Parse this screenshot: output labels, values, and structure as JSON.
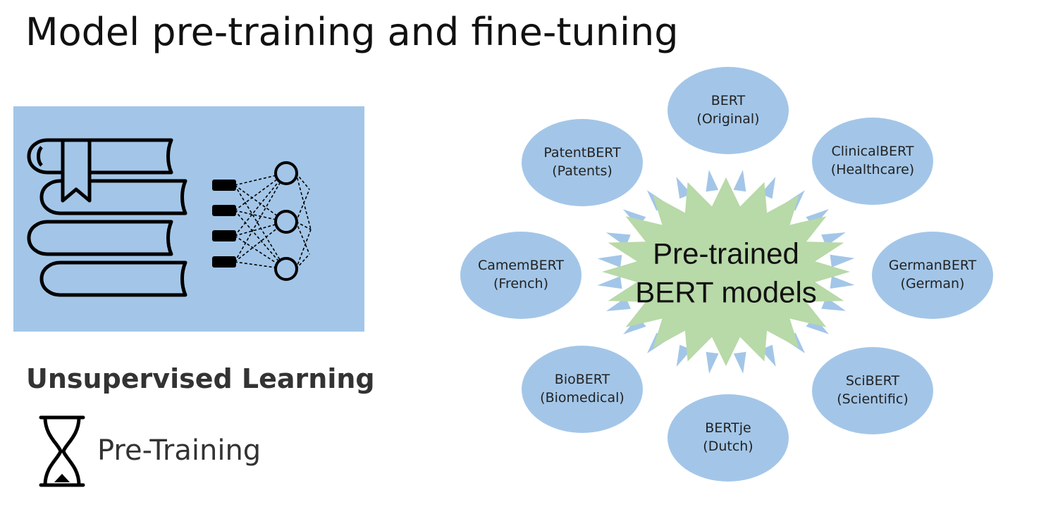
{
  "slide": {
    "title": "Model pre-training and fine-tuning"
  },
  "learning": {
    "heading": "Unsupervised Learning",
    "phase_label": "Pre-Training",
    "phase_icon": "hourglass-icon"
  },
  "illustration": {
    "panel_color": "#a3c6e8",
    "icons": [
      "books-stack-icon",
      "bookmark-icon",
      "neural-network-icon"
    ]
  },
  "hub": {
    "line1": "Pre-trained",
    "line2": "BERT models",
    "color": "#b8d9a8"
  },
  "models": [
    {
      "name": "BERT",
      "detail": "(Original)"
    },
    {
      "name": "ClinicalBERT",
      "detail": "(Healthcare)"
    },
    {
      "name": "GermanBERT",
      "detail": "(German)"
    },
    {
      "name": "SciBERT",
      "detail": "(Scientific)"
    },
    {
      "name": "BERTje",
      "detail": "(Dutch)"
    },
    {
      "name": "BioBERT",
      "detail": "(Biomedical)"
    },
    {
      "name": "CamemBERT",
      "detail": "(French)"
    },
    {
      "name": "PatentBERT",
      "detail": "(Patents)"
    }
  ],
  "colors": {
    "bubble": "#a3c6e8",
    "hub": "#b8d9a8",
    "text": "#222222"
  }
}
